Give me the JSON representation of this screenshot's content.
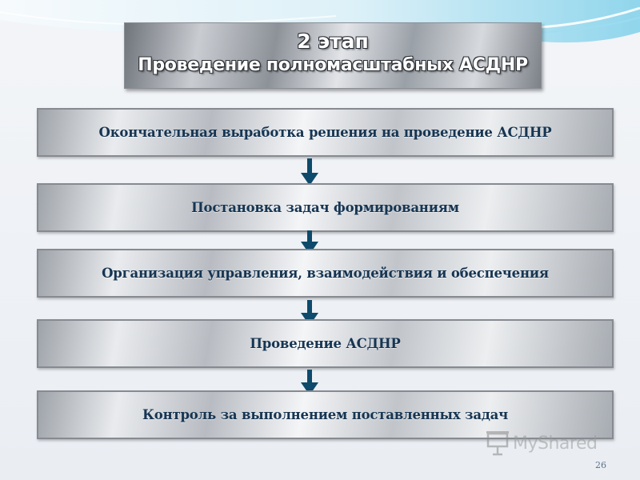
{
  "title": {
    "line1": "2 этап",
    "line2": "Проведение полномасштабных АСДНР"
  },
  "steps": [
    {
      "label": "Окончательная выработка решения на проведение АСДНР"
    },
    {
      "label": "Постановка задач формированиям"
    },
    {
      "label": "Организация управления, взаимодействия и обеспечения"
    },
    {
      "label": "Проведение АСДНР"
    },
    {
      "label": "Контроль за выполнением поставленных задач"
    }
  ],
  "page_number": "26",
  "watermark": {
    "text": "MyShared",
    "icon": "presentation-board-icon"
  },
  "colors": {
    "arrow": "#0e4a6b",
    "step_text": "#163552",
    "wave_accent": "#4fb6d8"
  }
}
